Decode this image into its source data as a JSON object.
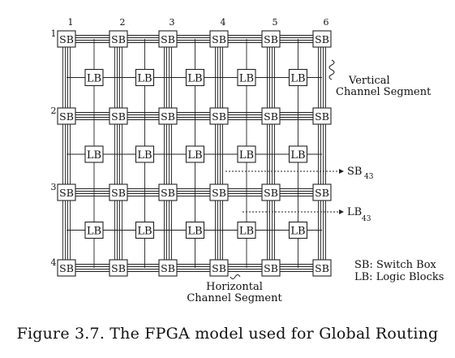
{
  "diagram": {
    "column_labels": [
      "1",
      "2",
      "3",
      "4",
      "5",
      "6"
    ],
    "row_labels": [
      "1",
      "2",
      "3",
      "4"
    ],
    "switch_box_label": "SB",
    "logic_block_label": "LB",
    "annotations": {
      "vertical_channel_line1": "Vertical",
      "vertical_channel_line2": "Channel Segment",
      "sb43_base": "SB",
      "sb43_sub": "43",
      "lb43_base": "LB",
      "lb43_sub": "43",
      "horizontal_channel_line1": "Horizontal",
      "horizontal_channel_line2": "Channel Segment"
    },
    "legend": {
      "sb": "SB: Switch Box",
      "lb": "LB: Logic Blocks"
    }
  },
  "caption": "Figure 3.7. The FPGA model used for Global Routing"
}
